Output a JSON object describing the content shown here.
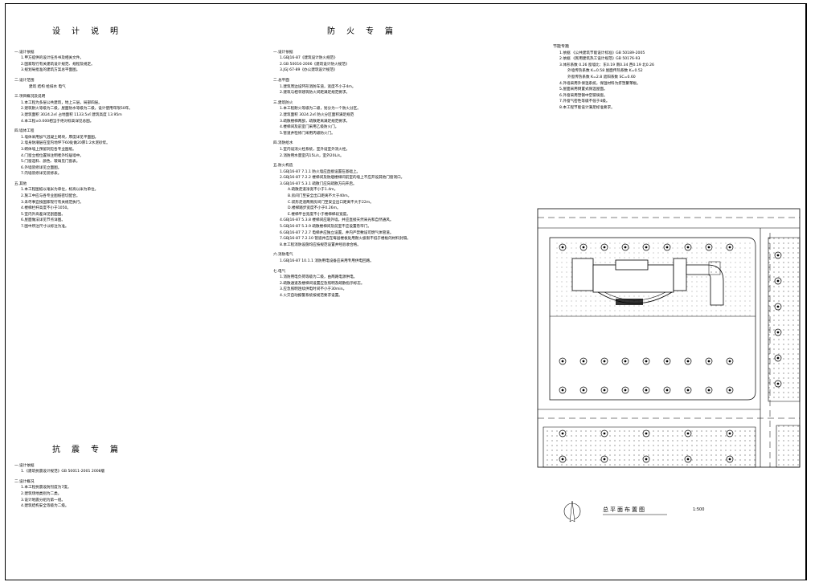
{
  "sections": {
    "design_notes": {
      "title": "设计说明",
      "lines": [
        {
          "t": "一.设计依据",
          "c": "h"
        },
        {
          "t": "1.甲方提供的设计任务书及相关文件。",
          "c": "in1"
        },
        {
          "t": "2.国家现行有关建筑设计规范、规程及规定。",
          "c": "in1"
        },
        {
          "t": "3.规划局批准的建筑方案总平面图。",
          "c": "in1"
        },
        {
          "t": "二.设计范围",
          "c": "h"
        },
        {
          "t": "建筑  结构  给排水  电气",
          "c": "in2"
        },
        {
          "t": "三.项目概况及说明",
          "c": "h"
        },
        {
          "t": "1.本工程为多层公共建筑，地上三层，局部四层。",
          "c": "in1"
        },
        {
          "t": "2.建筑耐火等级为二级，屋面防水等级为二级，设计使用年限50年。",
          "c": "in1"
        },
        {
          "t": "3.建筑面积 3024.2㎡   占地面积 1133.5㎡   建筑高度 13.95m",
          "c": "in1"
        },
        {
          "t": "4.本工程±0.000相当于绝对标高详见总图。",
          "c": "in1"
        },
        {
          "t": "四.墙体工程",
          "c": "h"
        },
        {
          "t": "1.墙体采用加气混凝土砌块，厚度详见平面图。",
          "c": "in1"
        },
        {
          "t": "2.墙身防潮层在室内地坪下60处做20厚1:2水泥砂浆。",
          "c": "in1"
        },
        {
          "t": "3.砌体墙上预留洞见各专业图纸。",
          "c": "in1"
        },
        {
          "t": "4.门窗立樘位置除注明者外均居墙中。",
          "c": "in1"
        },
        {
          "t": "5.门窗选料、颜色、玻璃见门窗表。",
          "c": "in1"
        },
        {
          "t": "6.外墙装修详见立面图。",
          "c": "in1"
        },
        {
          "t": "7.内墙装修详见装修表。",
          "c": "in1"
        },
        {
          "t": "五.其他",
          "c": "h"
        },
        {
          "t": "1.本工程图纸以毫米为单位，标高以米为单位。",
          "c": "in1"
        },
        {
          "t": "2.施工中应与各专业图纸密切配合。",
          "c": "in1"
        },
        {
          "t": "3.未尽事宜按国家现行有关规范执行。",
          "c": "in1"
        },
        {
          "t": "4.楼梯栏杆高度不小于1050。",
          "c": "in1"
        },
        {
          "t": "5.室内外高差详见剖面图。",
          "c": "in1"
        },
        {
          "t": "6.屋面做法详见节点详图。",
          "c": "in1"
        },
        {
          "t": "7.图中所注尺寸以标注为准。",
          "c": "in1"
        }
      ]
    },
    "seismic": {
      "title": "抗震专篇",
      "lines": [
        {
          "t": "一.设计依据",
          "c": "h"
        },
        {
          "t": "1.《建筑抗震设计规范》GB 50011-2001 2008版",
          "c": "in1"
        },
        {
          "t": "二.设计概况",
          "c": "h"
        },
        {
          "t": "1.本工程抗震设防烈度为7度。",
          "c": "in1"
        },
        {
          "t": "2.建筑场地类别为二类。",
          "c": "in1"
        },
        {
          "t": "3.设计地震分组为第一组。",
          "c": "in1"
        },
        {
          "t": "4.建筑结构安全等级为二级。",
          "c": "in1"
        }
      ]
    },
    "fire": {
      "title": "防火专篇",
      "lines": [
        {
          "t": "一.设计依据",
          "c": "h"
        },
        {
          "t": "1.GBJ16-87《建筑设计防火规范》",
          "c": "in1"
        },
        {
          "t": "2.GB 50016-2006《建筑设计防火规范》",
          "c": "in1"
        },
        {
          "t": "3.JGJ 67-89《办公建筑设计规范》",
          "c": "in1"
        },
        {
          "t": "二.总平面",
          "c": "h"
        },
        {
          "t": "1.建筑周边设环形消防车道，宽度不小于4m。",
          "c": "in1"
        },
        {
          "t": "2.建筑与相邻建筑防火间距满足规范要求。",
          "c": "in1"
        },
        {
          "t": "三.建筑防火",
          "c": "h"
        },
        {
          "t": "1.本工程耐火等级为二级，划分为一个防火分区。",
          "c": "in1"
        },
        {
          "t": "2.建筑面积 3024.2㎡   防火分区面积满足规范",
          "c": "in1"
        },
        {
          "t": "3.疏散楼梯两部，疏散距离满足规范要求。",
          "c": "in1"
        },
        {
          "t": "4.楼梯间及前室门采用乙级防火门。",
          "c": "in1"
        },
        {
          "t": "5.管道井检修门采用丙级防火门。",
          "c": "in1"
        },
        {
          "t": "四.消防给水",
          "c": "h"
        },
        {
          "t": "1.室内设消火栓系统，室外设室外消火栓。",
          "c": "in1"
        },
        {
          "t": "2.消防用水量室内15L/s，室外20L/s。",
          "c": "in1"
        },
        {
          "t": "五.防火构造",
          "c": "h"
        },
        {
          "t": "1.GBJ16-87 7.1.1 防火墙应直接设置在基础上。",
          "c": "in1"
        },
        {
          "t": "2.GBJ16-87 7.2.2 楼梯间及防烟楼梯间前室的墙上不应开设其他门窗洞口。",
          "c": "in1"
        },
        {
          "t": "3.GBJ16-87 5.3.1 疏散门应向疏散方向开启。",
          "c": "in1"
        },
        {
          "t": "A.疏散走道净宽不小于1.4m。",
          "c": "in2"
        },
        {
          "t": "B.房间门至安全出口距离不大于40m。",
          "c": "in2"
        },
        {
          "t": "C.袋形走道两侧房间门至安全出口距离不大于22m。",
          "c": "in2"
        },
        {
          "t": "D.楼梯踏步宽度不小于0.26m。",
          "c": "in2"
        },
        {
          "t": "E.楼梯平台宽度不小于楼梯梯段宽度。",
          "c": "in2"
        },
        {
          "t": "4.GBJ16-87 5.3.8 楼梯间应靠外墙，并应直接天然采光和自然通风。",
          "c": "in1"
        },
        {
          "t": "5.GBJ16-87 5.3.9 疏散楼梯间及前室不应设置卷帘门。",
          "c": "in1"
        },
        {
          "t": "6.GBJ16-87 7.2.7 电梯井应独立设置，井内严禁敷设可燃气体管道。",
          "c": "in1"
        },
        {
          "t": "7.GBJ16-87 7.2.10 管道井应在每层楼板处用耐火极限不低于楼板的材料封隔。",
          "c": "in1"
        },
        {
          "t": "8.本工程消防设施均应按规范设置并经验收合格。",
          "c": "in1"
        },
        {
          "t": "六.消防电气",
          "c": "h"
        },
        {
          "t": "1.GBJ16-87 10.1.1 消防用电设备应采用专用供电回路。",
          "c": "in1"
        },
        {
          "t": "七.电气",
          "c": "h"
        },
        {
          "t": "1.消防用电负荷等级为二级，由两路电源供电。",
          "c": "in1"
        },
        {
          "t": "2.疏散通道及楼梯间设置应急照明及疏散指示标志。",
          "c": "in1"
        },
        {
          "t": "3.应急照明连续供电时间不小于30min。",
          "c": "in1"
        },
        {
          "t": "4.火灾自动报警系统按规范要求设置。",
          "c": "in1"
        }
      ]
    },
    "energy": {
      "title": "节能专篇",
      "lines": [
        {
          "t": "1.依据 《公共建筑节能设计标准》GB 50189-2005",
          "c": "in1"
        },
        {
          "t": "2.依据 《民用建筑热工设计规范》GB 50176-93",
          "c": "in1"
        },
        {
          "t": "3.体形系数 0.26   窗墙比：东0.19 南0.34 西0.19 北0.26",
          "c": "in1"
        },
        {
          "t": "外墙传热系数 K=0.58   屋面传热系数 K=0.52",
          "c": "in2"
        },
        {
          "t": "外窗传热系数 K=2.8   遮阳系数 SC=0.60",
          "c": "in2"
        },
        {
          "t": "4.外墙采用外保温系统，保温材料为挤塑聚苯板。",
          "c": "in1"
        },
        {
          "t": "5.屋面采用倒置式保温屋面。",
          "c": "in1"
        },
        {
          "t": "6.外窗采用塑钢中空玻璃窗。",
          "c": "in1"
        },
        {
          "t": "7.外窗气密性等级不低于4级。",
          "c": "in1"
        },
        {
          "t": "8.本工程节能设计满足标准要求。",
          "c": "in1"
        }
      ]
    }
  },
  "site_plan": {
    "caption": "总平面布置图",
    "scale": "1:500"
  }
}
